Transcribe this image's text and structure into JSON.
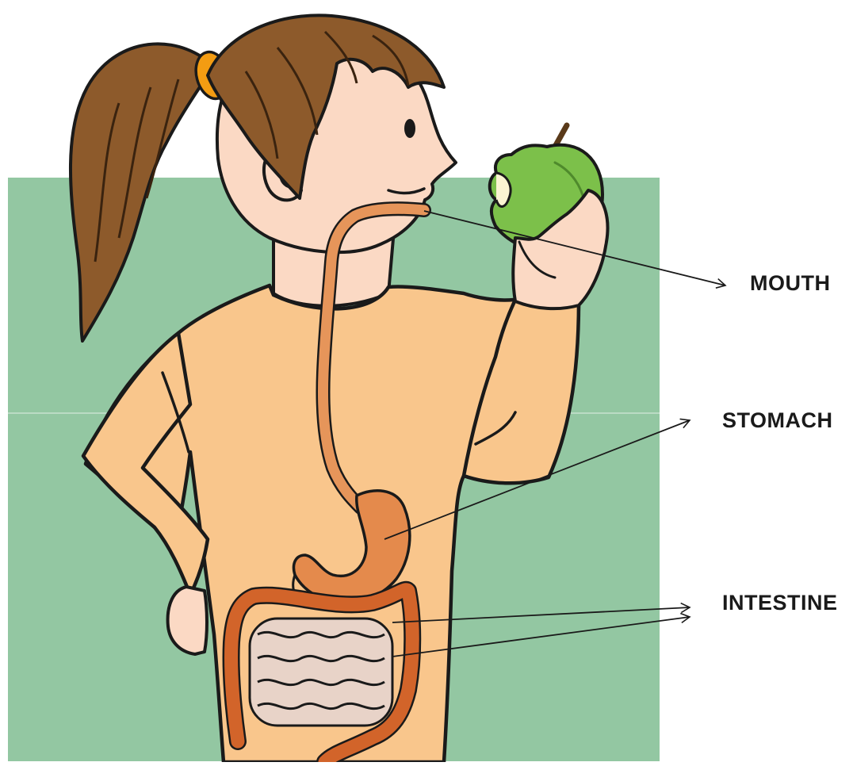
{
  "labels": {
    "mouth": "MOUTH",
    "stomach": "STOMACH",
    "intestine": "INTESTINE"
  },
  "colors": {
    "background_panel": "#93c7a2",
    "skin": "#fbd9c4",
    "shirt": "#f9c68c",
    "hair": "#8d5a2b",
    "hair_tie": "#f39c12",
    "apple": "#7cc04a",
    "esophagus": "#e6955a",
    "stomach": "#e48a4c",
    "large_intestine": "#d2642a",
    "small_intestine": "#dcc3b6",
    "outline": "#1a1a1a"
  }
}
